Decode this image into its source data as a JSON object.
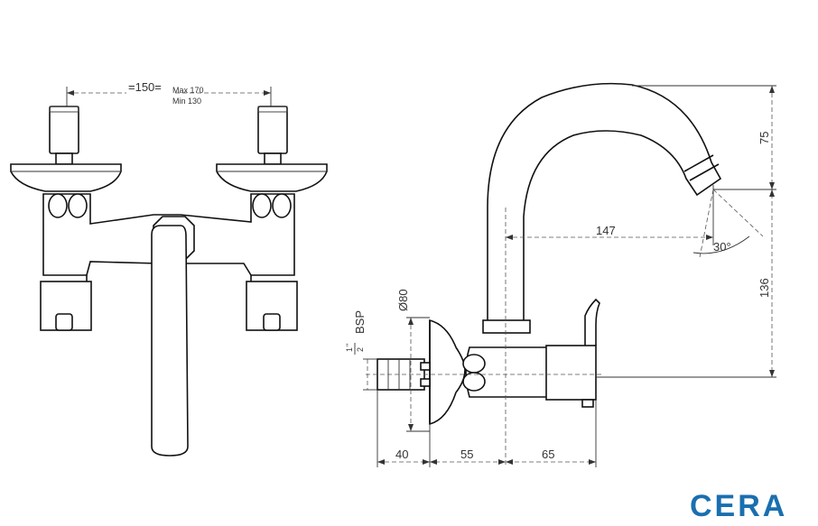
{
  "front_view": {
    "spacing_label": "=150=",
    "max_label": "Max 170",
    "min_label": "Min 130"
  },
  "side_view": {
    "dim_75": "75",
    "dim_147": "147",
    "angle_label": "30°",
    "dim_136": "136",
    "dia_label": "Ø80",
    "bsp_label": "BSP",
    "bsp_fraction_num": "1",
    "bsp_fraction_den": "2",
    "bsp_inch_mark": "\"",
    "dim_40": "40",
    "dim_55": "55",
    "dim_65": "65"
  },
  "brand": {
    "name": "CERA",
    "color": "#1a6fb0"
  }
}
